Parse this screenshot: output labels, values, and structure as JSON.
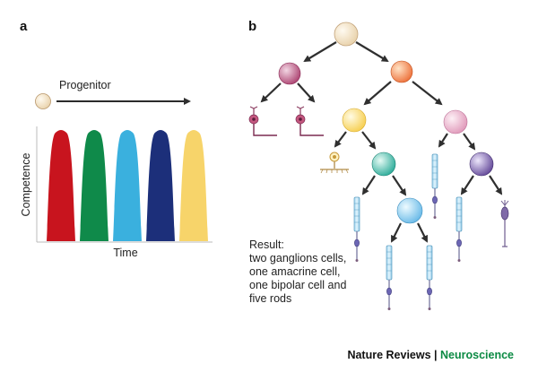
{
  "panel_a": {
    "label": "a",
    "progenitor_label": "Progenitor",
    "y_axis_label": "Competence",
    "x_axis_label": "Time",
    "competence_waves": [
      {
        "color": "#c8141e"
      },
      {
        "color": "#0f8a4a"
      },
      {
        "color": "#3ab0de"
      },
      {
        "color": "#1c2f7a"
      },
      {
        "color": "#f7d46a"
      }
    ]
  },
  "panel_b": {
    "label": "b",
    "result_lines": [
      "Result:",
      "two ganglions cells,",
      "one amacrine cell,",
      "one bipolar cell and",
      "five rods"
    ]
  },
  "credit": {
    "journal": "Nature Reviews",
    "separator": " | ",
    "section": "Neuroscience",
    "section_color": "#0b8a43"
  }
}
